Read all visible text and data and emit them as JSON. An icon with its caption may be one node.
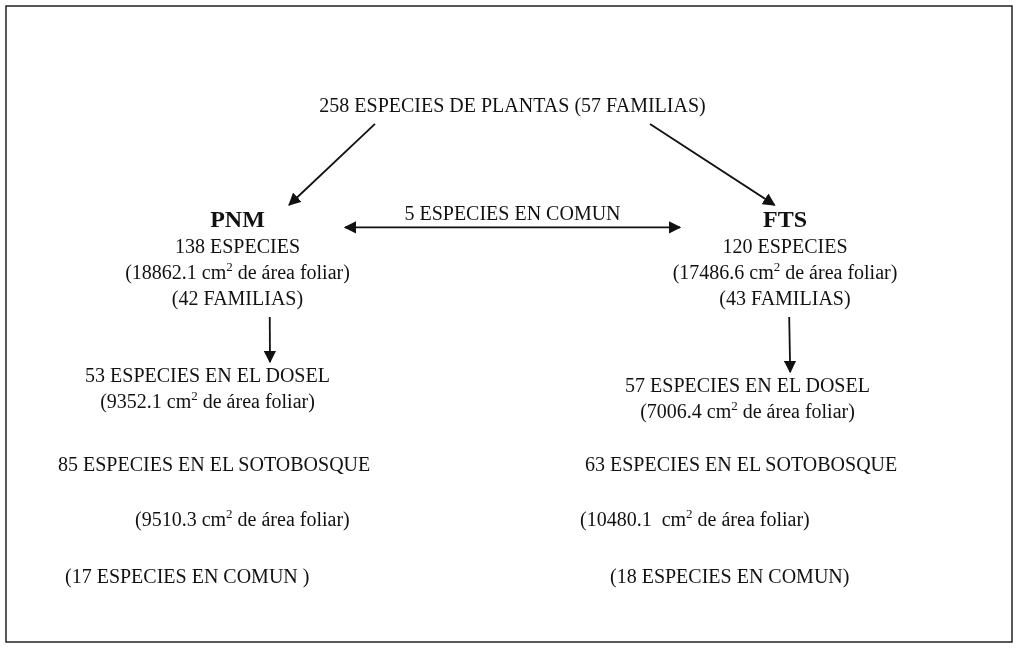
{
  "diagram": {
    "nodes": [
      {
        "text": [
          "258 ESPECIES DE PLANTAS (57 FAMILIAS)"
        ]
      },
      {
        "text": [
          "PNM",
          "138 ESPECIES",
          "(18862.1 cm$^{2}$ de área foliar)",
          "(42 FAMILIAS)"
        ]
      },
      {
        "text": [
          "FTS",
          "120 ESPECIES",
          "(17486.6 cm$^{2}$ de área foliar)",
          "(43 FAMILIAS)"
        ]
      },
      {
        "text": [
          "53 ESPECIES EN EL DOSEL",
          "(9352.1 cm$^{2}$ de área foliar)"
        ]
      },
      {
        "text": [
          "57 ESPECIES EN EL DOSEL",
          "(7006.4 cm$^{2}$ de área foliar)"
        ]
      }
    ],
    "edges": [
      {
        "from": 0,
        "to": 1,
        "arrow": "to"
      },
      {
        "from": 0,
        "to": 2,
        "arrow": "to"
      },
      {
        "from": 1,
        "to": 2,
        "arrow": "both",
        "label": "5 ESPECIES EN COMUN"
      },
      {
        "from": 1,
        "to": 3,
        "arrow": "to"
      },
      {
        "from": 2,
        "to": 4,
        "arrow": "to"
      }
    ],
    "labels": [
      "85 ESPECIES EN EL SOTOBOSQUE",
      "63 ESPECIES EN EL SOTOBOSQUE",
      "(9510.3 cm$^{2}$ de área foliar)",
      "(10480.1  cm$^{2}$ de área foliar)",
      "(17 ESPECIES EN COMUN )",
      "(18 ESPECIES EN COMUN)"
    ]
  }
}
